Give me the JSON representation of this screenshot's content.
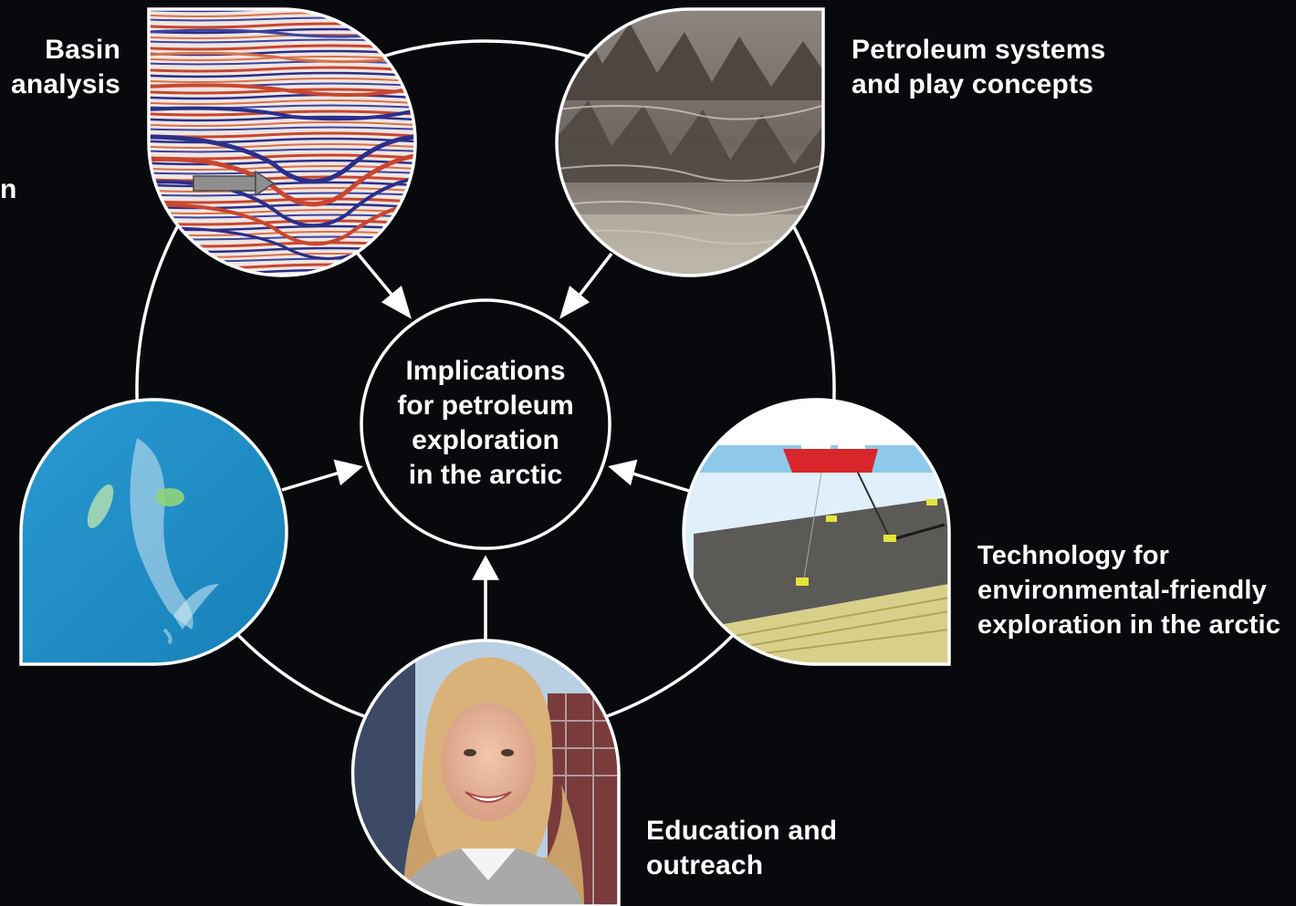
{
  "center": {
    "text": "Implications\nfor petroleum\nexploration\nin the arctic"
  },
  "nodes": [
    {
      "id": "basin",
      "label": "Basin\nanalysis",
      "image": "seismic-section-image"
    },
    {
      "id": "petroleum",
      "label": "Petroleum systems\nand play concepts",
      "image": "layered-rock-outcrop-image"
    },
    {
      "id": "technology",
      "label": "Technology for\nenvironmental-friendly\nexploration in the arctic",
      "image": "survey-vessel-seabed-image"
    },
    {
      "id": "education",
      "label": "Education and\noutreach",
      "image": "smiling-student-portrait-image"
    },
    {
      "id": "environment",
      "label": "",
      "image": "whale-in-water-image"
    }
  ],
  "fragments": {
    "left_edge": "n"
  },
  "colors": {
    "background": "#07090c",
    "lines": "#ffffff",
    "text": "#ffffff",
    "water": "#1f8fc4",
    "seismic_red": "#c8462e",
    "seismic_blue": "#2a2f8a",
    "ship_red": "#d9262a"
  }
}
